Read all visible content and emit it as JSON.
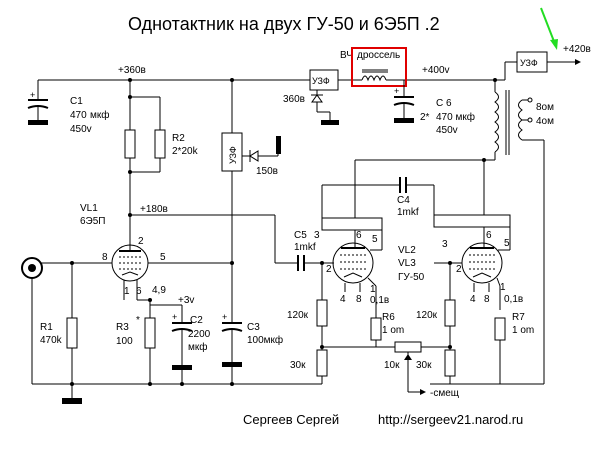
{
  "title": "Однотактник на двух ГУ-50 и 6Э5П .2",
  "supply": {
    "plus360": "+360в",
    "plus400": "+400v",
    "plus420": "+420в",
    "plus180": "+180в",
    "plus3": "+3v",
    "v360": "360в",
    "v150": "150в",
    "v2star": "2*",
    "neg_bias": "-смещ"
  },
  "blocks": {
    "uzf": "УЗФ",
    "choke_prefix": "ВЧ",
    "choke": "дроссель"
  },
  "output": {
    "ohm8": "8ом",
    "ohm4": "4ом"
  },
  "components": {
    "C1": [
      "C1",
      "470",
      "мкф",
      "450v"
    ],
    "C6": [
      "C 6",
      "470 мкф",
      "450v"
    ],
    "R2": [
      "R2",
      "2*20k"
    ],
    "VL1": [
      "VL1",
      "6Э5П"
    ],
    "C4": [
      "C4",
      "1mkf"
    ],
    "C5": [
      "C5",
      "1mkf"
    ],
    "VL2": [
      "VL2",
      "VL3",
      "ГУ-50"
    ],
    "R1": [
      "R1",
      "470k"
    ],
    "R3": [
      "R3",
      "*",
      "100"
    ],
    "C2": [
      "C2",
      "2200",
      "мкф"
    ],
    "C3": [
      "C3",
      "100мкф"
    ],
    "R6": [
      "R6",
      "1  om"
    ],
    "R7": [
      "R7",
      "1  om"
    ],
    "R120a": "120к",
    "R120b": "120к",
    "R30a": "30к",
    "R30b": "30к",
    "R10": "10к"
  },
  "pins": {
    "vl1": [
      "2",
      "8",
      "5",
      "1",
      "6",
      "4,9"
    ],
    "vl2": [
      "3",
      "6",
      "5",
      "2",
      "4",
      "8",
      "1",
      "0,1в"
    ],
    "vl3": [
      "3",
      "6",
      "5",
      "2",
      "4",
      "8",
      "1",
      "0,1в"
    ]
  },
  "credit": {
    "author": "Сергеев Сергей",
    "url": "http://sergeev21.narod.ru"
  },
  "colors": {
    "choke_box": "#e00000",
    "arrow": "#22dd22",
    "wire": "#000000"
  }
}
